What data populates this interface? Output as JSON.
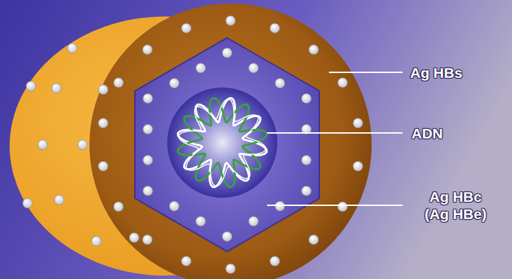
{
  "diagram": {
    "labels": [
      "Ag HBs",
      "ADN",
      "Ag HBc (Ag HBe)"
    ]
  }
}
